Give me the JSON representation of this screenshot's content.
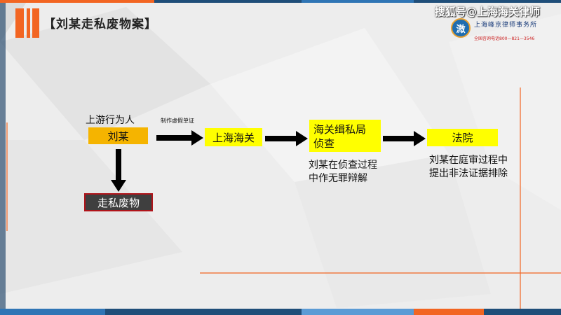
{
  "title": "【刘某走私废物案】",
  "watermark": {
    "brand": "搜狐号@上海海关律师",
    "logo_char": "溦",
    "firm": "上海峰京律师事务所",
    "phone": "全国咨询电话800—821—3546"
  },
  "flow": {
    "upstream_label": "上游行为人",
    "liu_box": "刘某",
    "cert_label": "制作虚假单证",
    "customs_box": "上海海关",
    "bureau_box_line1": "海关缉私局",
    "bureau_box_line2": "侦查",
    "court_box": "法院",
    "waste_box": "走私废物",
    "bureau_note_line1": "刘某在侦查过程",
    "bureau_note_line2": "中作无罪辩解",
    "court_note_line1": "刘某在庭审过程中",
    "court_note_line2": "提出非法证据排除"
  },
  "colors": {
    "accent_orange": "#f26522",
    "box_orange": "#f5b400",
    "box_yellow": "#ffff00",
    "dark_box": "#3f3f3f",
    "footer_blue": "#1f4e79"
  }
}
